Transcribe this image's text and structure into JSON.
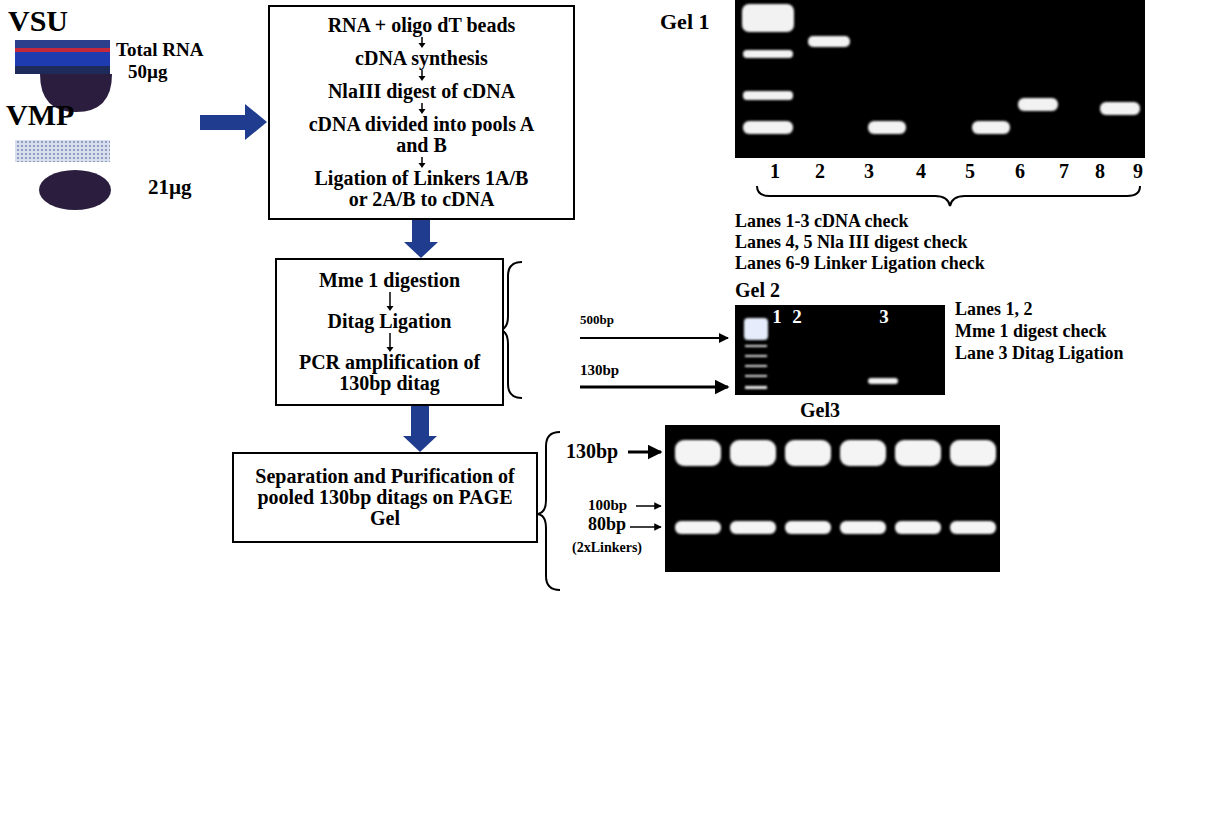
{
  "diagram": {
    "nodes": [
      {
        "text": [
          "RNA + oligo dT beads",
          "cDNA synthesis",
          "NlaIII digest of cDNA",
          "cDNA divided into pools A and B",
          "Ligation of Linkers 1A/B or 2A/B to cDNA"
        ]
      },
      {
        "text": [
          "Mme 1 digestion",
          "Ditag Ligation",
          "PCR amplification of 130bp ditag"
        ]
      },
      {
        "text": [
          "Separation and Purification of pooled 130bp ditags on PAGE Gel"
        ]
      }
    ],
    "edges": [
      {
        "from": 0,
        "to": 1,
        "arrow": "to"
      },
      {
        "from": 1,
        "to": 2,
        "arrow": "to"
      }
    ],
    "labels": [
      "VSU",
      "Total RNA",
      "50µg",
      "VMP",
      "21µg",
      "Gel 1",
      "1",
      "2",
      "3",
      "4",
      "5",
      "6",
      "7",
      "8",
      "9",
      "Lanes 1-3 cDNA check",
      "Lanes 4, 5 Nla III digest check",
      "Lanes 6-9 Linker Ligation check",
      "Gel 2",
      "500bp",
      "130bp",
      "1",
      "2",
      "3",
      "Lanes 1, 2",
      "Mme 1 digest check",
      "Lane 3 Ditag Ligation",
      "Gel3",
      "130bp",
      "100bp",
      "80bp",
      "(2xLinkers)"
    ]
  }
}
